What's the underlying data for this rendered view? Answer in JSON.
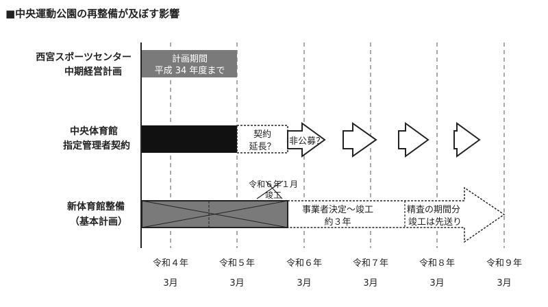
{
  "title": "■中央運動公園の再整備が及ぼす影響",
  "rows": [
    {
      "label1": "西宮スポーツセンター",
      "label2": "中期経営計画"
    },
    {
      "label1": "中央体育館",
      "label2": "指定管理者契約"
    },
    {
      "label1": "新体育館整備",
      "label2": "（基本計画）"
    }
  ],
  "axis": [
    {
      "year": "令和４年",
      "month": "3月"
    },
    {
      "year": "令和５年",
      "month": "3月"
    },
    {
      "year": "令和６年",
      "month": "3月"
    },
    {
      "year": "令和７年",
      "month": "3月"
    },
    {
      "year": "令和８年",
      "month": "3月"
    },
    {
      "year": "令和９年",
      "month": "3月"
    }
  ],
  "bars": {
    "plan_line1": "計画期間",
    "plan_line2": "平成 34 年度まで",
    "extend_line1": "契約",
    "extend_line2": "延長？",
    "nonpublic": "非公募？",
    "old_complete_line1": "令和６年１月",
    "old_complete_line2": "竣工",
    "construction_line1": "事業者決定～竣工",
    "construction_line2": "約３年",
    "delay_line1": "精査の期間分",
    "delay_line2": "竣工は先送り"
  },
  "colors": {
    "gray": "#7a7a7a",
    "black": "#111111",
    "line": "#222222"
  }
}
